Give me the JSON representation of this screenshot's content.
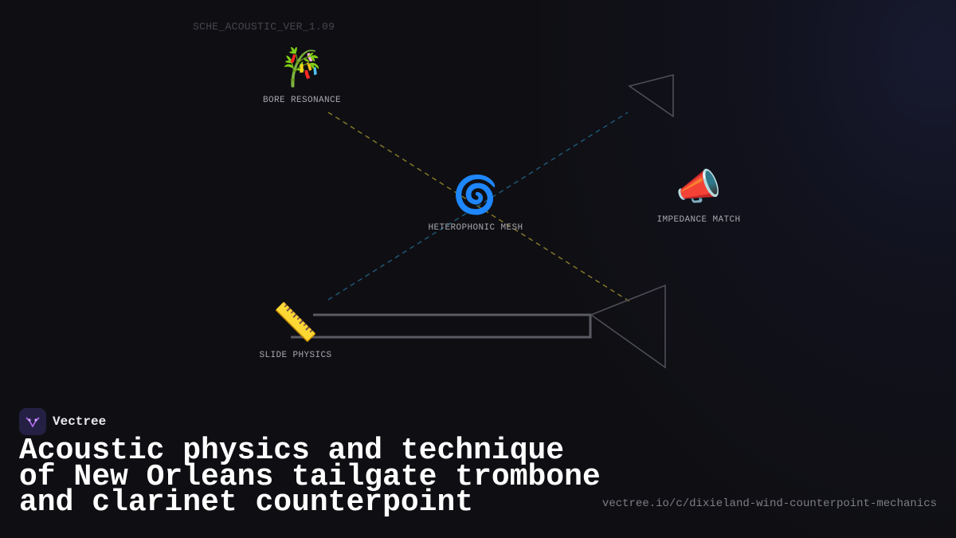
{
  "version_label": "SCHE_ACOUSTIC_VER_1.09",
  "nodes": {
    "bore": {
      "icon": "🎋",
      "icon_name": "bamboo-icon",
      "label": "BORE RESONANCE"
    },
    "mesh": {
      "icon": "🌀",
      "icon_name": "cyclone-icon",
      "label": "HETEROPHONIC MESH"
    },
    "impedance": {
      "icon": "📣",
      "icon_name": "megaphone-icon",
      "label": "IMPEDANCE MATCH"
    },
    "slide": {
      "icon": "📏",
      "icon_name": "ruler-icon",
      "label": "SLIDE PHYSICS"
    }
  },
  "connectors": {
    "bore_to_bell": "#8a7d2a",
    "slide_to_cone": "#1f5a7a"
  },
  "brand": {
    "name": "Vectree",
    "accent": "#b16cf0"
  },
  "title": "Acoustic physics and technique of New Orleans tailgate trombone and clarinet counterpoint",
  "url": "vectree.io/c/dixieland-wind-counterpoint-mechanics"
}
